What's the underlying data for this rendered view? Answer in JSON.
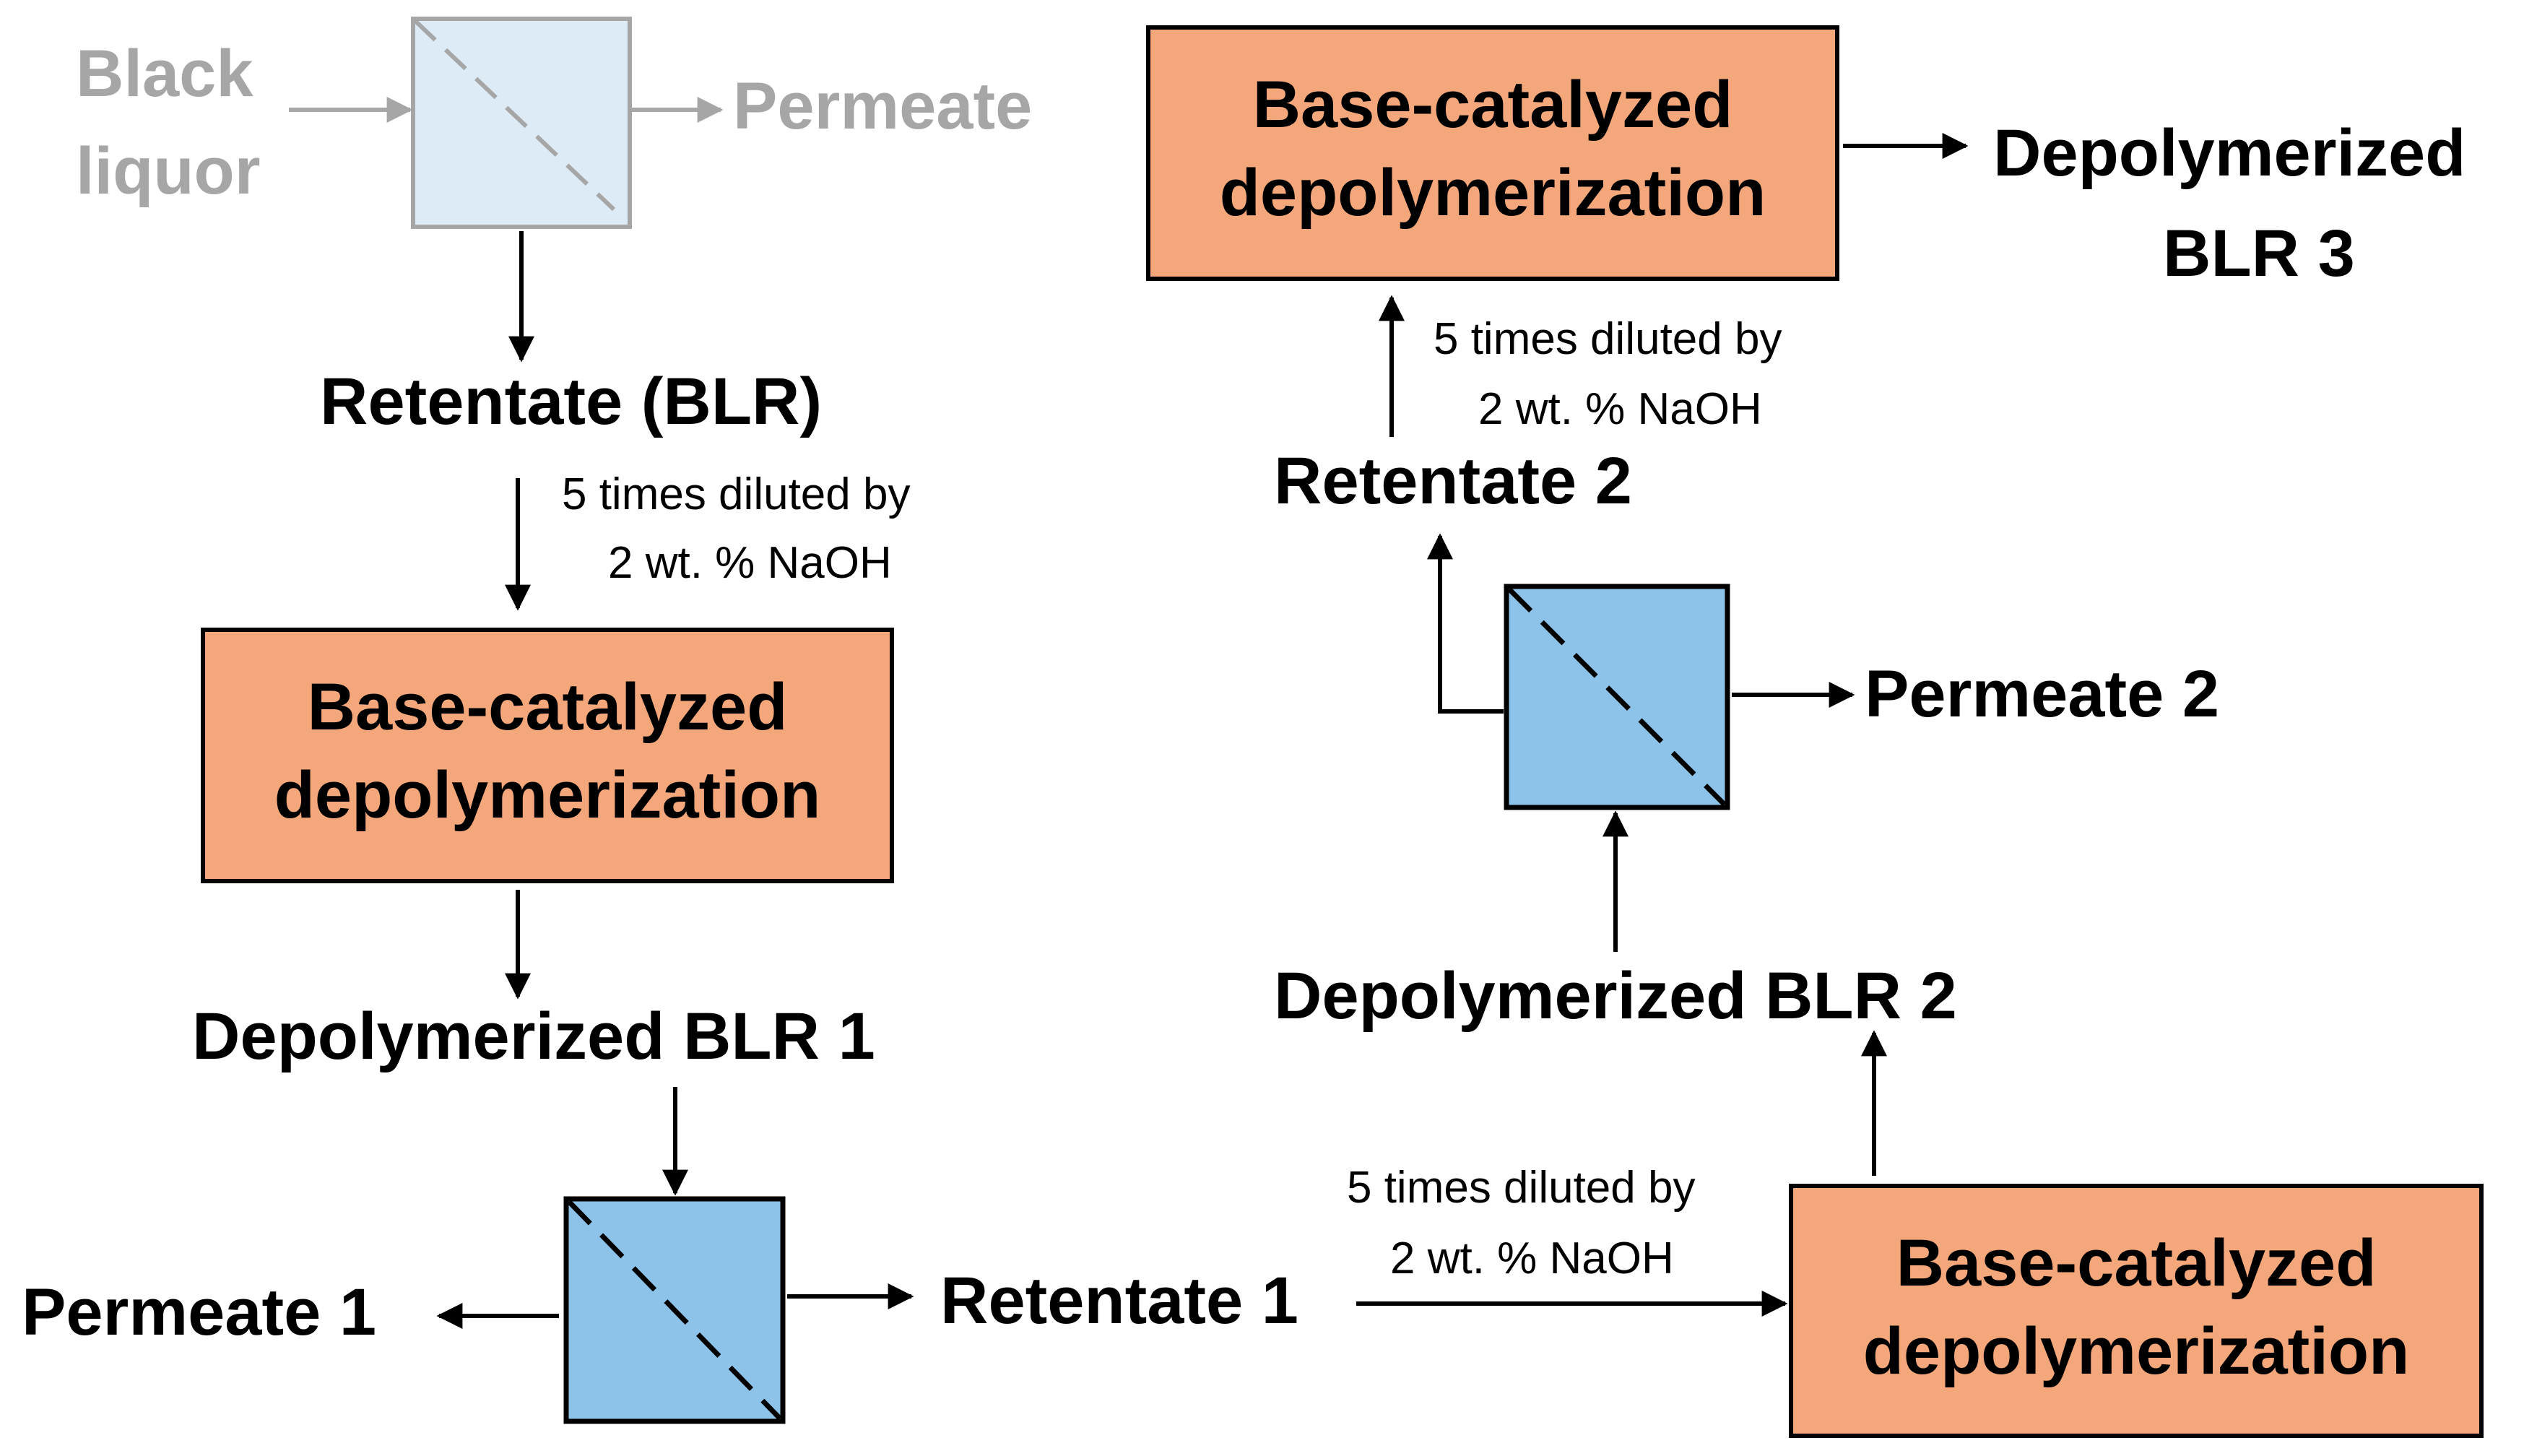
{
  "colors": {
    "reactor_fill": "#F4A77A",
    "membrane_fill": "#8DC3E8",
    "membrane_fill_faded": "#DCEBF6",
    "faded_text": "#A6A6A6",
    "ink": "#000000"
  },
  "labels": {
    "black": "Black",
    "liquor": "liquor",
    "permeate": "Permeate",
    "retentate_blr": "Retentate (BLR)",
    "dilution1_line1": "5 times diluted by",
    "dilution1_line2": "2 wt. % NaOH",
    "reactor1_line1": "Base-catalyzed",
    "reactor1_line2": "depolymerization",
    "depoly_blr1": "Depolymerized BLR 1",
    "permeate1": "Permeate 1",
    "retentate1": "Retentate 1",
    "dilution2_line1": "5 times diluted by",
    "dilution2_line2": "2 wt. % NaOH",
    "reactor2_line1": "Base-catalyzed",
    "reactor2_line2": "depolymerization",
    "depoly_blr2": "Depolymerized BLR 2",
    "permeate2": "Permeate 2",
    "retentate2": "Retentate 2",
    "dilution3_line1": "5 times diluted by",
    "dilution3_line2": "2 wt. % NaOH",
    "reactor3_line1": "Base-catalyzed",
    "reactor3_line2": "depolymerization",
    "depoly_blr3_line1": "Depolymerized",
    "depoly_blr3_line2": "BLR 3"
  }
}
